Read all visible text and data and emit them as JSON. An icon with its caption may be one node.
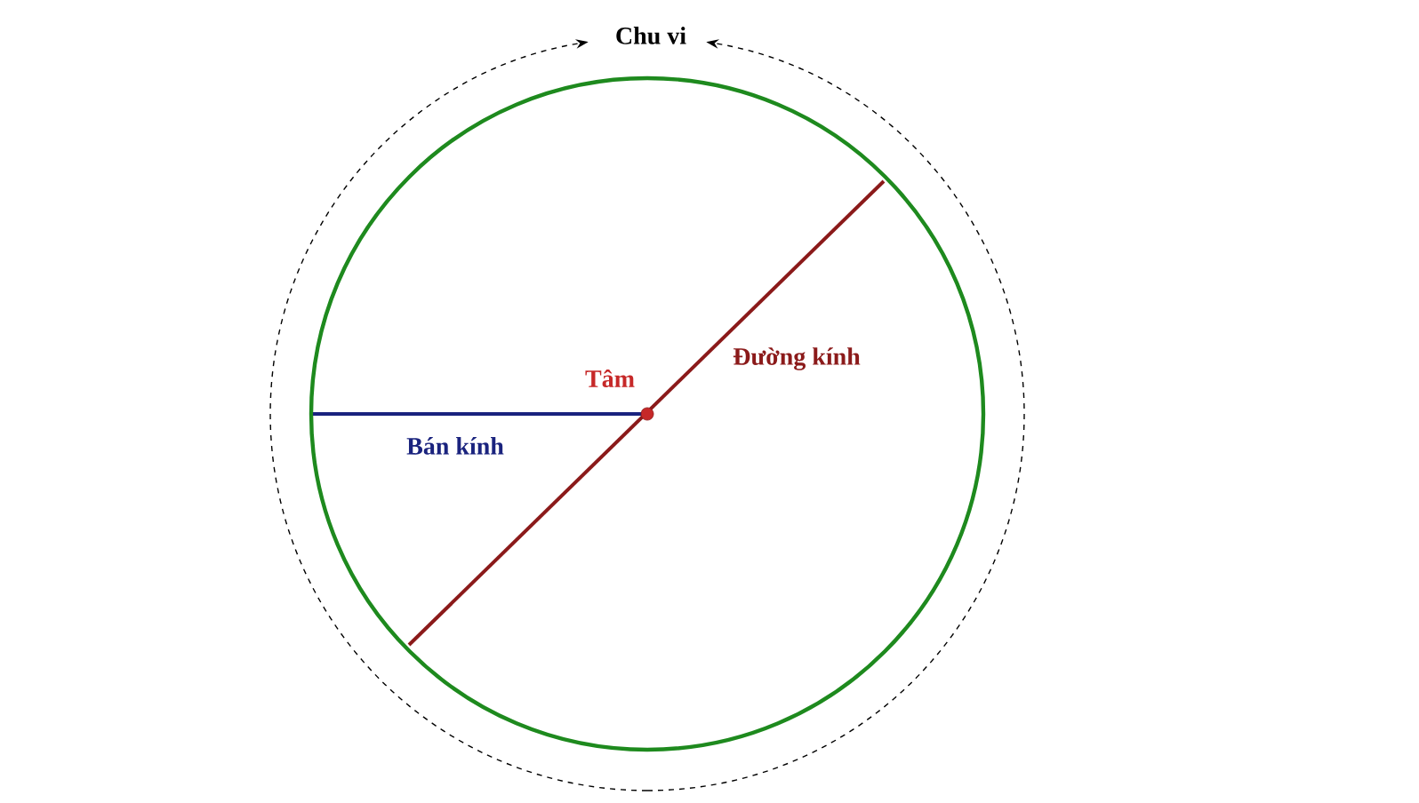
{
  "diagram": {
    "labels": [
      "Chu vi",
      "Tâm",
      "Đường kính",
      "Bán kính"
    ]
  }
}
